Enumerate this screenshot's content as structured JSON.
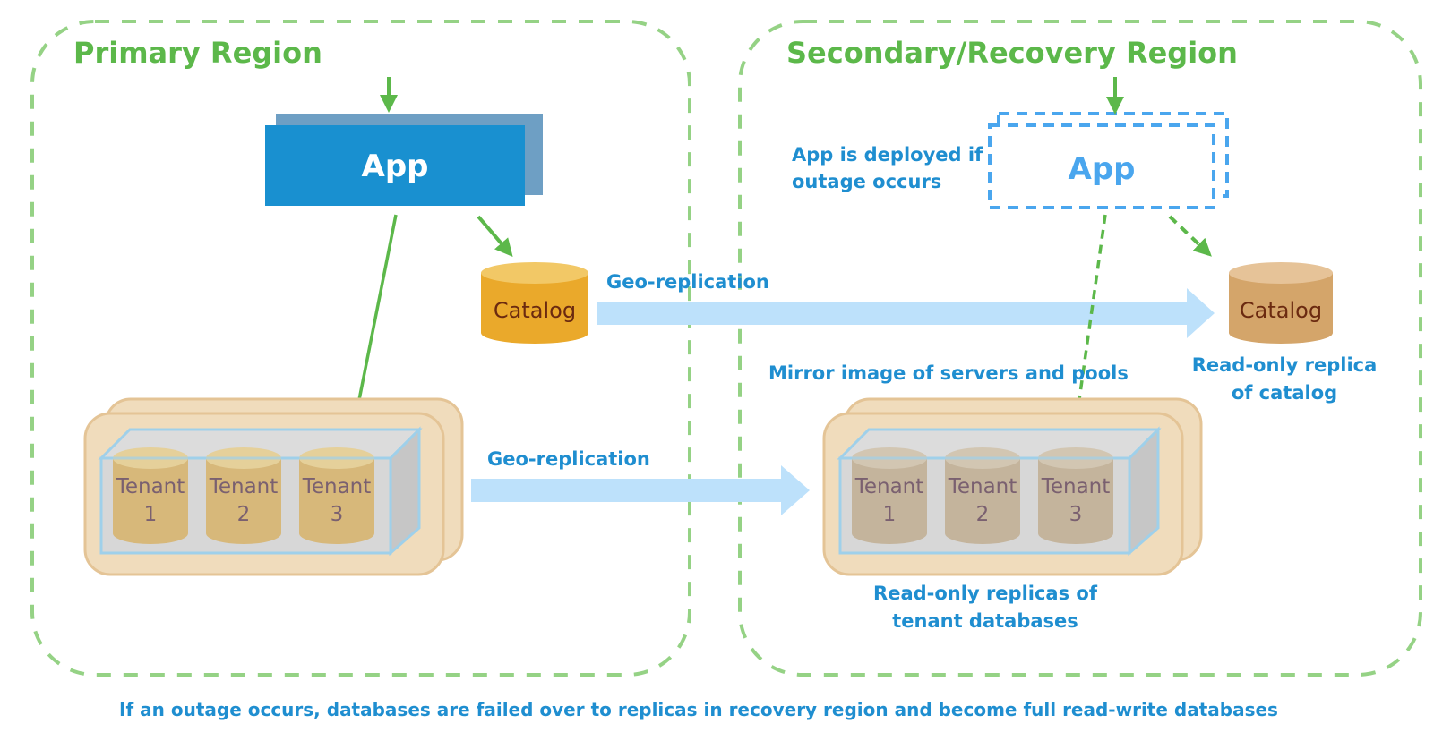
{
  "colors": {
    "region_border": "#8fd07f",
    "region_title": "#5cb84a",
    "flow_arrow": "#5cb84a",
    "app_primary": "#1990d0",
    "app_primary_shadow": "#6e9fc4",
    "app_secondary_dashed": "#4aa6ee",
    "catalog_primary": "#eaa92b",
    "catalog_primary_top": "#f2c866",
    "catalog_secondary": "#d4a56a",
    "catalog_secondary_top": "#e6c398",
    "geo_replication_arrow": "#bde1fb",
    "annotation_text": "#1f8ed0",
    "pool_outer": "#f0dcbc",
    "pool_outer_border": "#e4c496",
    "pool_box": "#d7d7d7",
    "pool_box_border": "#9fd0ea",
    "tenant_primary": "#d7b87a",
    "tenant_secondary": "#c4b49c"
  },
  "primary_region": {
    "title": "Primary Region",
    "app_label": "App",
    "catalog_label": "Catalog",
    "tenants": [
      {
        "line1": "Tenant",
        "line2": "1"
      },
      {
        "line1": "Tenant",
        "line2": "2"
      },
      {
        "line1": "Tenant",
        "line2": "3"
      }
    ]
  },
  "secondary_region": {
    "title": "Secondary/Recovery Region",
    "app_label": "App",
    "app_note_line1": "App is deployed if",
    "app_note_line2": "outage occurs",
    "catalog_label": "Catalog",
    "catalog_note_line1": "Read-only replica",
    "catalog_note_line2": "of catalog",
    "mirror_note": "Mirror image of servers and pools",
    "tenants_note_line1": "Read-only replicas of",
    "tenants_note_line2": "tenant databases",
    "tenants": [
      {
        "line1": "Tenant",
        "line2": "1"
      },
      {
        "line1": "Tenant",
        "line2": "2"
      },
      {
        "line1": "Tenant",
        "line2": "3"
      }
    ]
  },
  "replication": {
    "catalog_label": "Geo-replication",
    "tenants_label": "Geo-replication"
  },
  "footer": {
    "note": "If an outage occurs, databases are failed over to replicas in recovery region and become full read-write databases"
  }
}
